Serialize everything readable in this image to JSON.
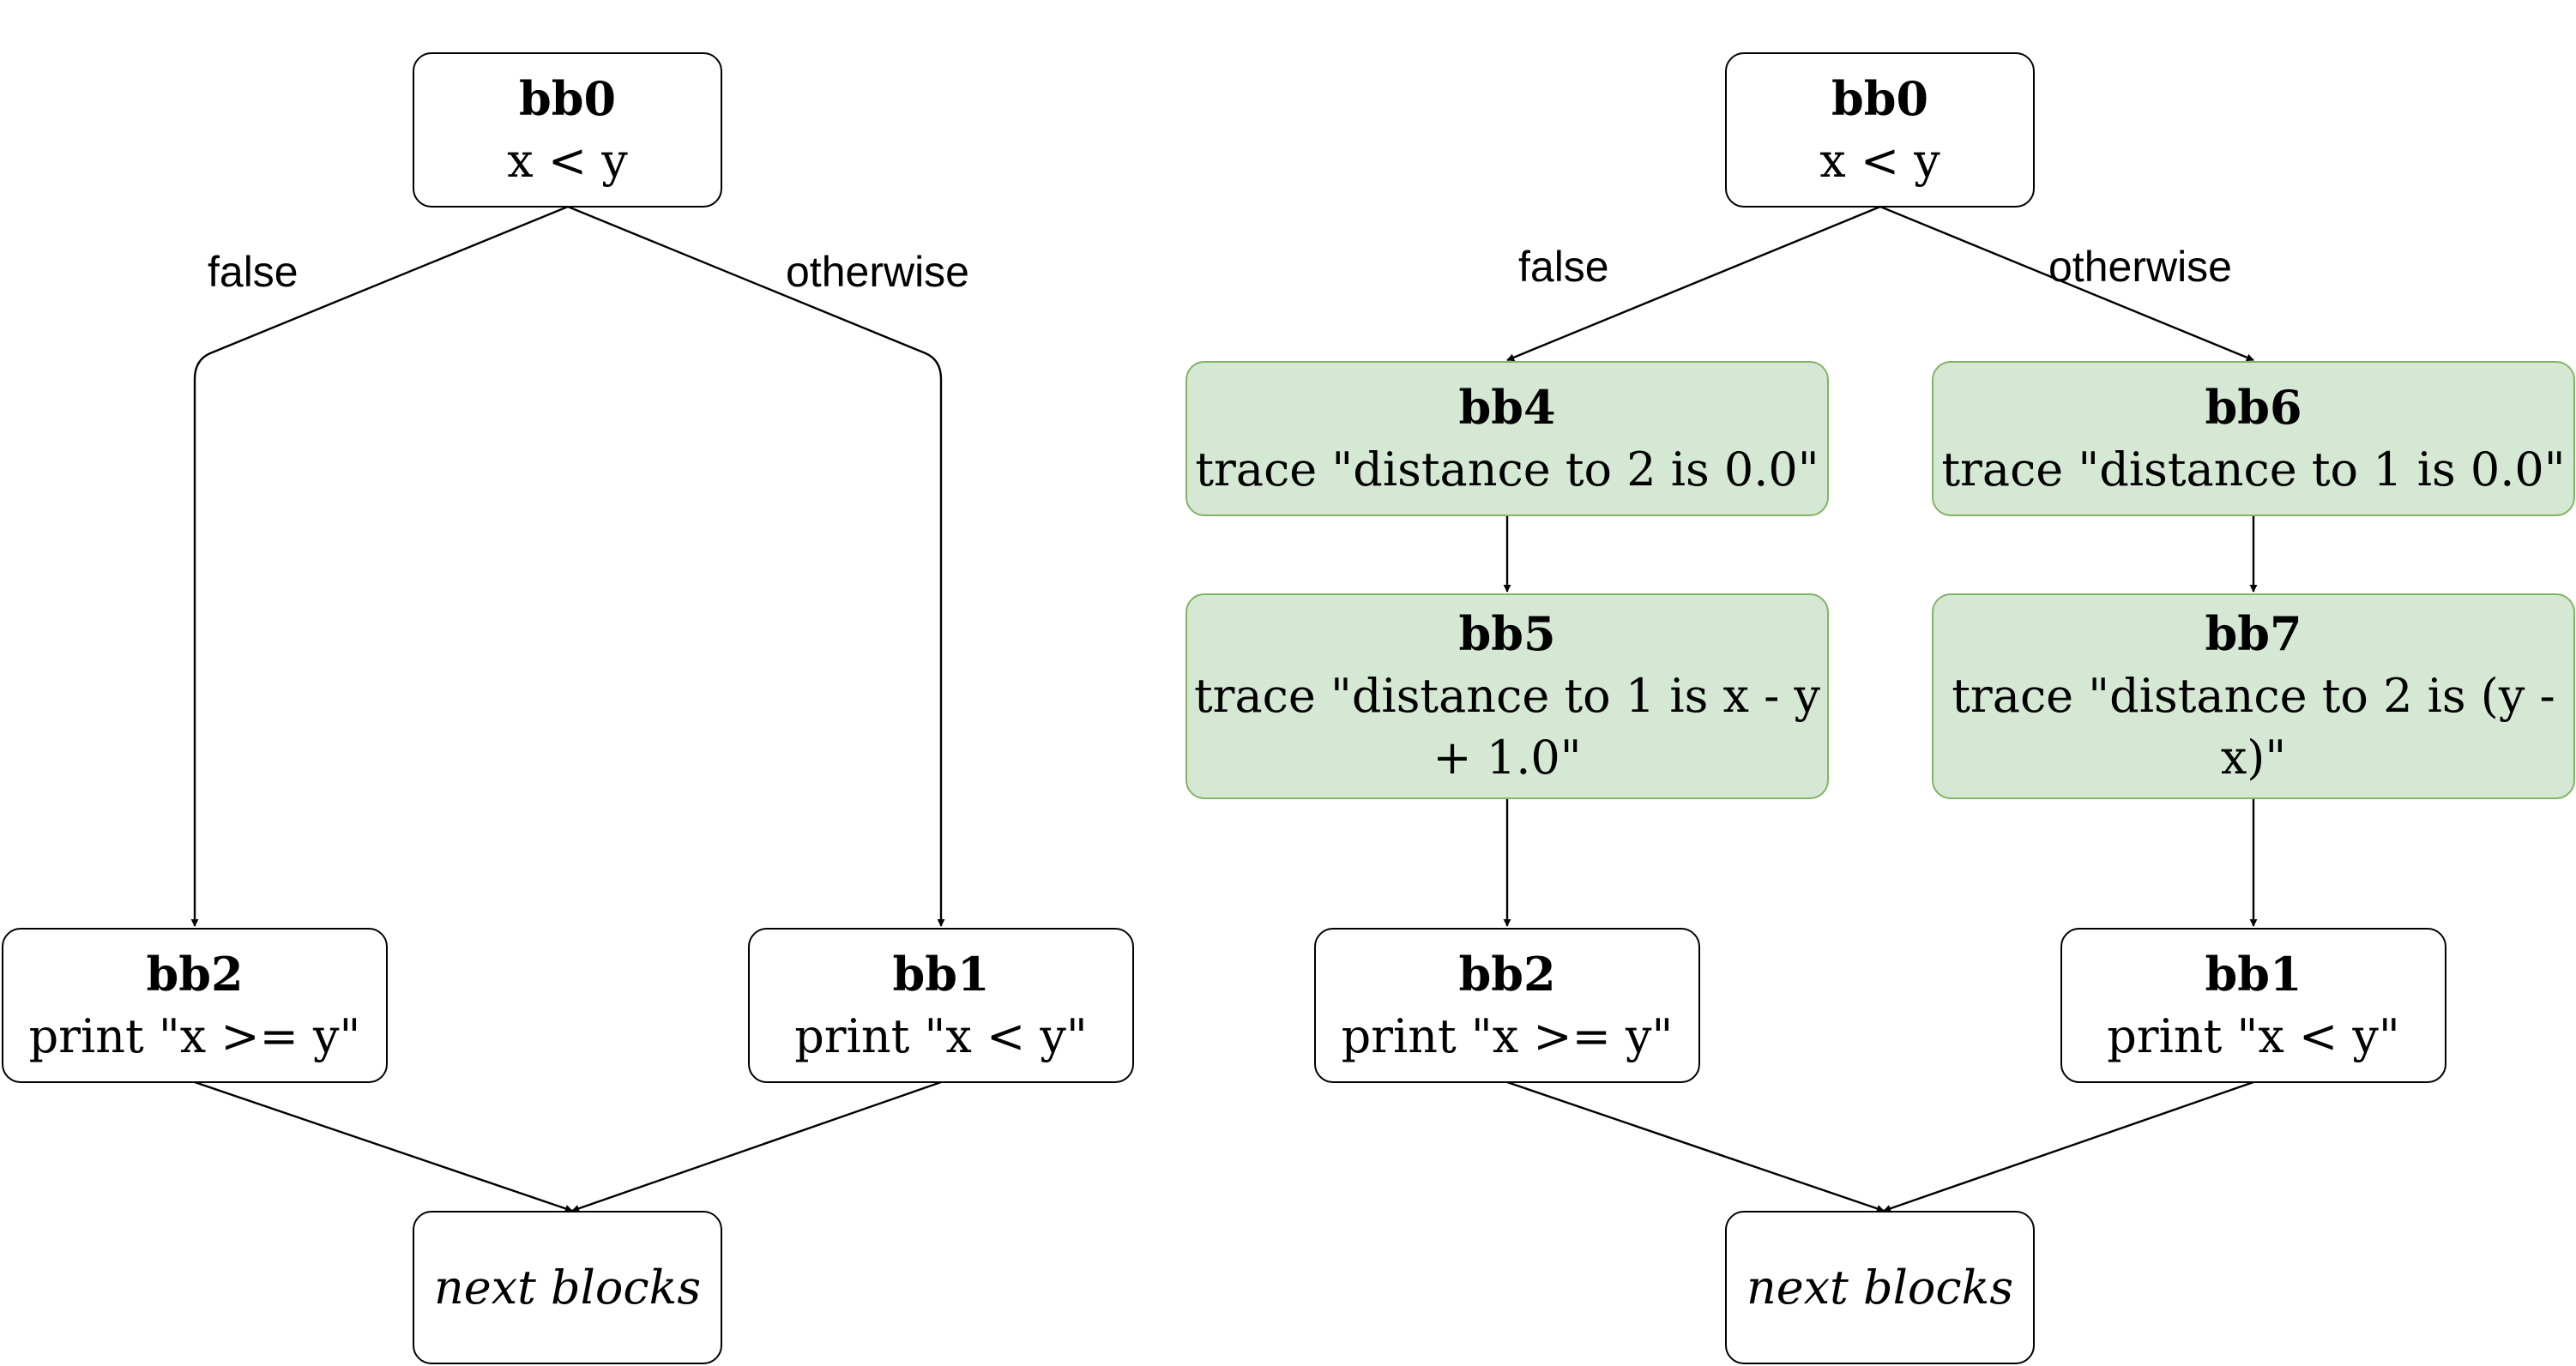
{
  "left": {
    "bb0": {
      "name": "bb0",
      "text": "x < y"
    },
    "bb2": {
      "name": "bb2",
      "text": "print \"x >= y\""
    },
    "bb1": {
      "name": "bb1",
      "text": "print \"x < y\""
    },
    "next": {
      "text": "next blocks"
    },
    "labels": {
      "false": "false",
      "otherwise": "otherwise"
    }
  },
  "right": {
    "bb0": {
      "name": "bb0",
      "text": "x < y"
    },
    "bb4": {
      "name": "bb4",
      "text": "trace \"distance to 2 is 0.0\""
    },
    "bb6": {
      "name": "bb6",
      "text": "trace \"distance to 1 is 0.0\""
    },
    "bb5": {
      "name": "bb5",
      "text": "trace \"distance to 1 is x - y + 1.0\""
    },
    "bb7": {
      "name": "bb7",
      "text": "trace \"distance to 2 is (y - x)\""
    },
    "bb2": {
      "name": "bb2",
      "text": "print \"x >= y\""
    },
    "bb1": {
      "name": "bb1",
      "text": "print \"x < y\""
    },
    "next": {
      "text": "next blocks"
    },
    "labels": {
      "false": "false",
      "otherwise": "otherwise"
    }
  },
  "colors": {
    "trace_fill": "#d5e8d4",
    "trace_stroke": "#82b366",
    "edge": "#000000"
  }
}
